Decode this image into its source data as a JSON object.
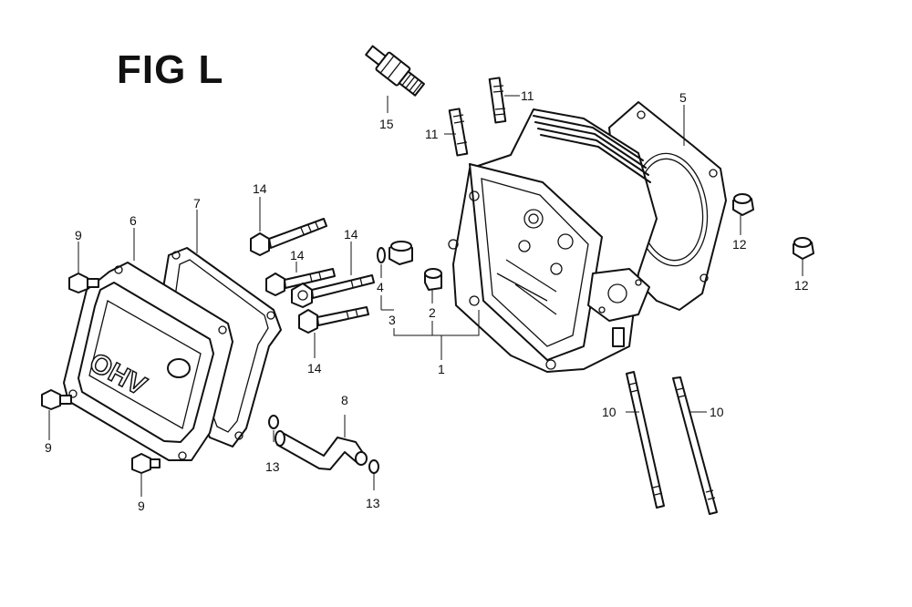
{
  "figure": {
    "title": "FIG L",
    "cover_lettering": "OHV"
  },
  "callouts": {
    "c1": "1",
    "c2": "2",
    "c3": "3",
    "c4": "4",
    "c5": "5",
    "c6": "6",
    "c7": "7",
    "c8": "8",
    "c9a": "9",
    "c9b": "9",
    "c9c": "9",
    "c10a": "10",
    "c10b": "10",
    "c11a": "11",
    "c11b": "11",
    "c12a": "12",
    "c12b": "12",
    "c13a": "13",
    "c13b": "13",
    "c14a": "14",
    "c14b": "14",
    "c14c": "14",
    "c14d": "14",
    "c15": "15"
  }
}
